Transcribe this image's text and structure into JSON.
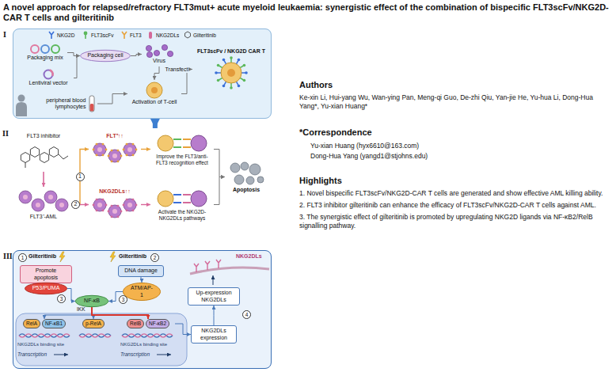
{
  "diagram": {
    "title": "A novel approach for relapsed/refractory FLT3mut+ acute myeloid leukaemia: synergistic effect of the combination of bispecific FLT3scFv/NKG2D-CAR T cells and gilteritinib",
    "nodes": [
      {
        "text": [
          "I"
        ]
      },
      {
        "text": [
          "Packaging mix"
        ],
        "in": 0
      },
      {
        "text": [
          "Lentiviral vector"
        ],
        "in": 0
      },
      {
        "text": [
          "Packaging cell"
        ],
        "in": 0
      },
      {
        "text": [
          "Virus"
        ],
        "in": 0
      },
      {
        "text": [
          "peripheral blood lymphocytes"
        ],
        "in": 0
      },
      {
        "text": [
          "Activation of T-cell"
        ],
        "in": 0
      },
      {
        "text": [
          "FLT3scFv / NKG2D CAR T"
        ],
        "in": 0
      },
      {
        "text": [
          "II"
        ]
      },
      {
        "text": [
          "FLT3 inhibitor"
        ],
        "in": 8
      },
      {
        "text": [
          "FLT3⁺-AML"
        ],
        "in": 8
      },
      {
        "text": [
          "FLT⁺↑↑"
        ],
        "in": 8
      },
      {
        "text": [
          "NKG2DLs↑↑"
        ],
        "in": 8
      },
      {
        "text": [
          "Improve the FLT3/anti-FLT3 recognition effect"
        ],
        "in": 8
      },
      {
        "text": [
          "Activate the NKG2D-NKG2DLs pathways"
        ],
        "in": 8
      },
      {
        "text": [
          "Apoptosis"
        ],
        "in": 8
      },
      {
        "text": [
          "III"
        ]
      },
      {
        "text": [
          "Promote apoptosis"
        ],
        "in": 16
      },
      {
        "text": [
          "P53/PUMA"
        ],
        "in": 16
      },
      {
        "text": [
          "DNA damage"
        ],
        "in": 16
      },
      {
        "text": [
          "ATM/AP-1"
        ],
        "in": 16
      },
      {
        "text": [
          "NF-κB"
        ],
        "in": 16
      },
      {
        "text": [
          "RelA",
          "NF-κB1"
        ],
        "in": 16
      },
      {
        "text": [
          "p-RelA"
        ],
        "in": 16
      },
      {
        "text": [
          "RelB",
          "NF-κB2"
        ],
        "in": 16
      },
      {
        "text": [
          "NKG2DLs expression"
        ],
        "in": 16
      },
      {
        "text": [
          "Up-expression NKG2DLs"
        ],
        "in": 16
      }
    ],
    "edges": [
      {
        "from": 1,
        "to": 3,
        "arrow": "to"
      },
      {
        "from": 2,
        "to": 3,
        "arrow": "to"
      },
      {
        "from": 3,
        "to": 4,
        "arrow": "to"
      },
      {
        "from": 4,
        "to": 6,
        "label": "Transfect",
        "arrow": "to"
      },
      {
        "from": 5,
        "to": 6,
        "arrow": "to"
      },
      {
        "from": 6,
        "to": 7,
        "arrow": "to"
      },
      {
        "from": 0,
        "to": 8,
        "arrow": "to"
      },
      {
        "from": 9,
        "to": 10,
        "arrow": "to"
      },
      {
        "from": 10,
        "to": 11,
        "label": "1",
        "arrow": "to"
      },
      {
        "from": 10,
        "to": 12,
        "label": "2",
        "arrow": "to"
      },
      {
        "from": 11,
        "to": 13,
        "arrow": "to"
      },
      {
        "from": 12,
        "to": 14,
        "arrow": "to"
      },
      {
        "from": 13,
        "to": 15,
        "arrow": "to"
      },
      {
        "from": 14,
        "to": 15,
        "arrow": "to"
      },
      {
        "from": 17,
        "to": 18,
        "arrow": "to"
      },
      {
        "from": 19,
        "to": 20,
        "arrow": "to"
      },
      {
        "from": 18,
        "to": 21,
        "arrow": "to"
      },
      {
        "from": 20,
        "to": 21,
        "arrow": "to"
      },
      {
        "from": 21,
        "to": 22,
        "arrow": "to"
      },
      {
        "from": 21,
        "to": 23,
        "arrow": "to"
      },
      {
        "from": 21,
        "to": 24,
        "arrow": "to"
      },
      {
        "from": 24,
        "to": 25,
        "arrow": "to"
      },
      {
        "from": 25,
        "to": 26,
        "arrow": "to"
      }
    ],
    "labels": [
      "Gilteritinib",
      "1",
      "Gilteritinib",
      "2",
      "IKK",
      "3",
      "3",
      "NKG2DLs binding site",
      "NKG2DLs binding site",
      "Transcription",
      "Transcription",
      "4",
      "NKG2DLs",
      "Authors",
      "Ke-xin Li, Hui-yang Wu, Wan-ying Pan, Meng-qi Guo, De-zhi Qiu, Yan-jie He, Yu-hua Li, Dong-Hua Yang*, Yu-xian Huang*",
      "*Correspondence",
      "Yu-xian Huang (hyx6610@163.com)",
      "Dong-Hua Yang (yangd1@stjohns.edu)",
      "Highlights",
      "1. Novel bispecific FLT3scFv/NKG2D-CAR T cells are generated and show effective AML killing ability.",
      "2. FLT3 inhibitor gilteritinib can enhance the efficacy of FLT3scFv/NKG2D-CAR T cells against AML.",
      "3. The synergistic effect of gilteritinib is promoted by upregulating NKG2D ligands via NF-κB2/RelB signalling pathway."
    ],
    "legend": [
      {
        "text": "NKG2D"
      },
      {
        "text": "FLT3scFv"
      },
      {
        "text": "FLT3"
      },
      {
        "text": "NKG2DLs"
      },
      {
        "text": "Gilteritinib"
      }
    ]
  }
}
